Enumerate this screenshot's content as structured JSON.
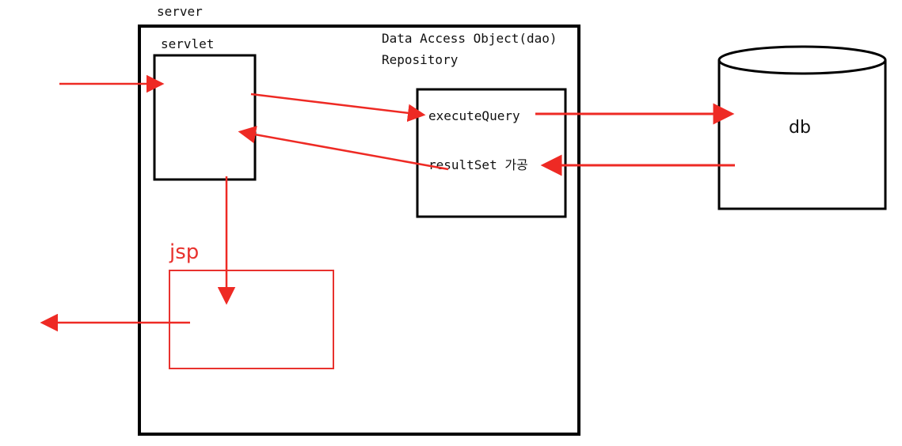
{
  "labels": {
    "server": "server",
    "servlet": "servlet",
    "dao_line1": "Data Access Object(dao)",
    "dao_line2": "Repository",
    "execute_query": "executeQuery",
    "result_set": "resultSet 가공",
    "db": "db",
    "jsp": "jsp"
  },
  "colors": {
    "stroke": "#000000",
    "arrow": "#ee2a24",
    "jsp": "#e8322e"
  }
}
